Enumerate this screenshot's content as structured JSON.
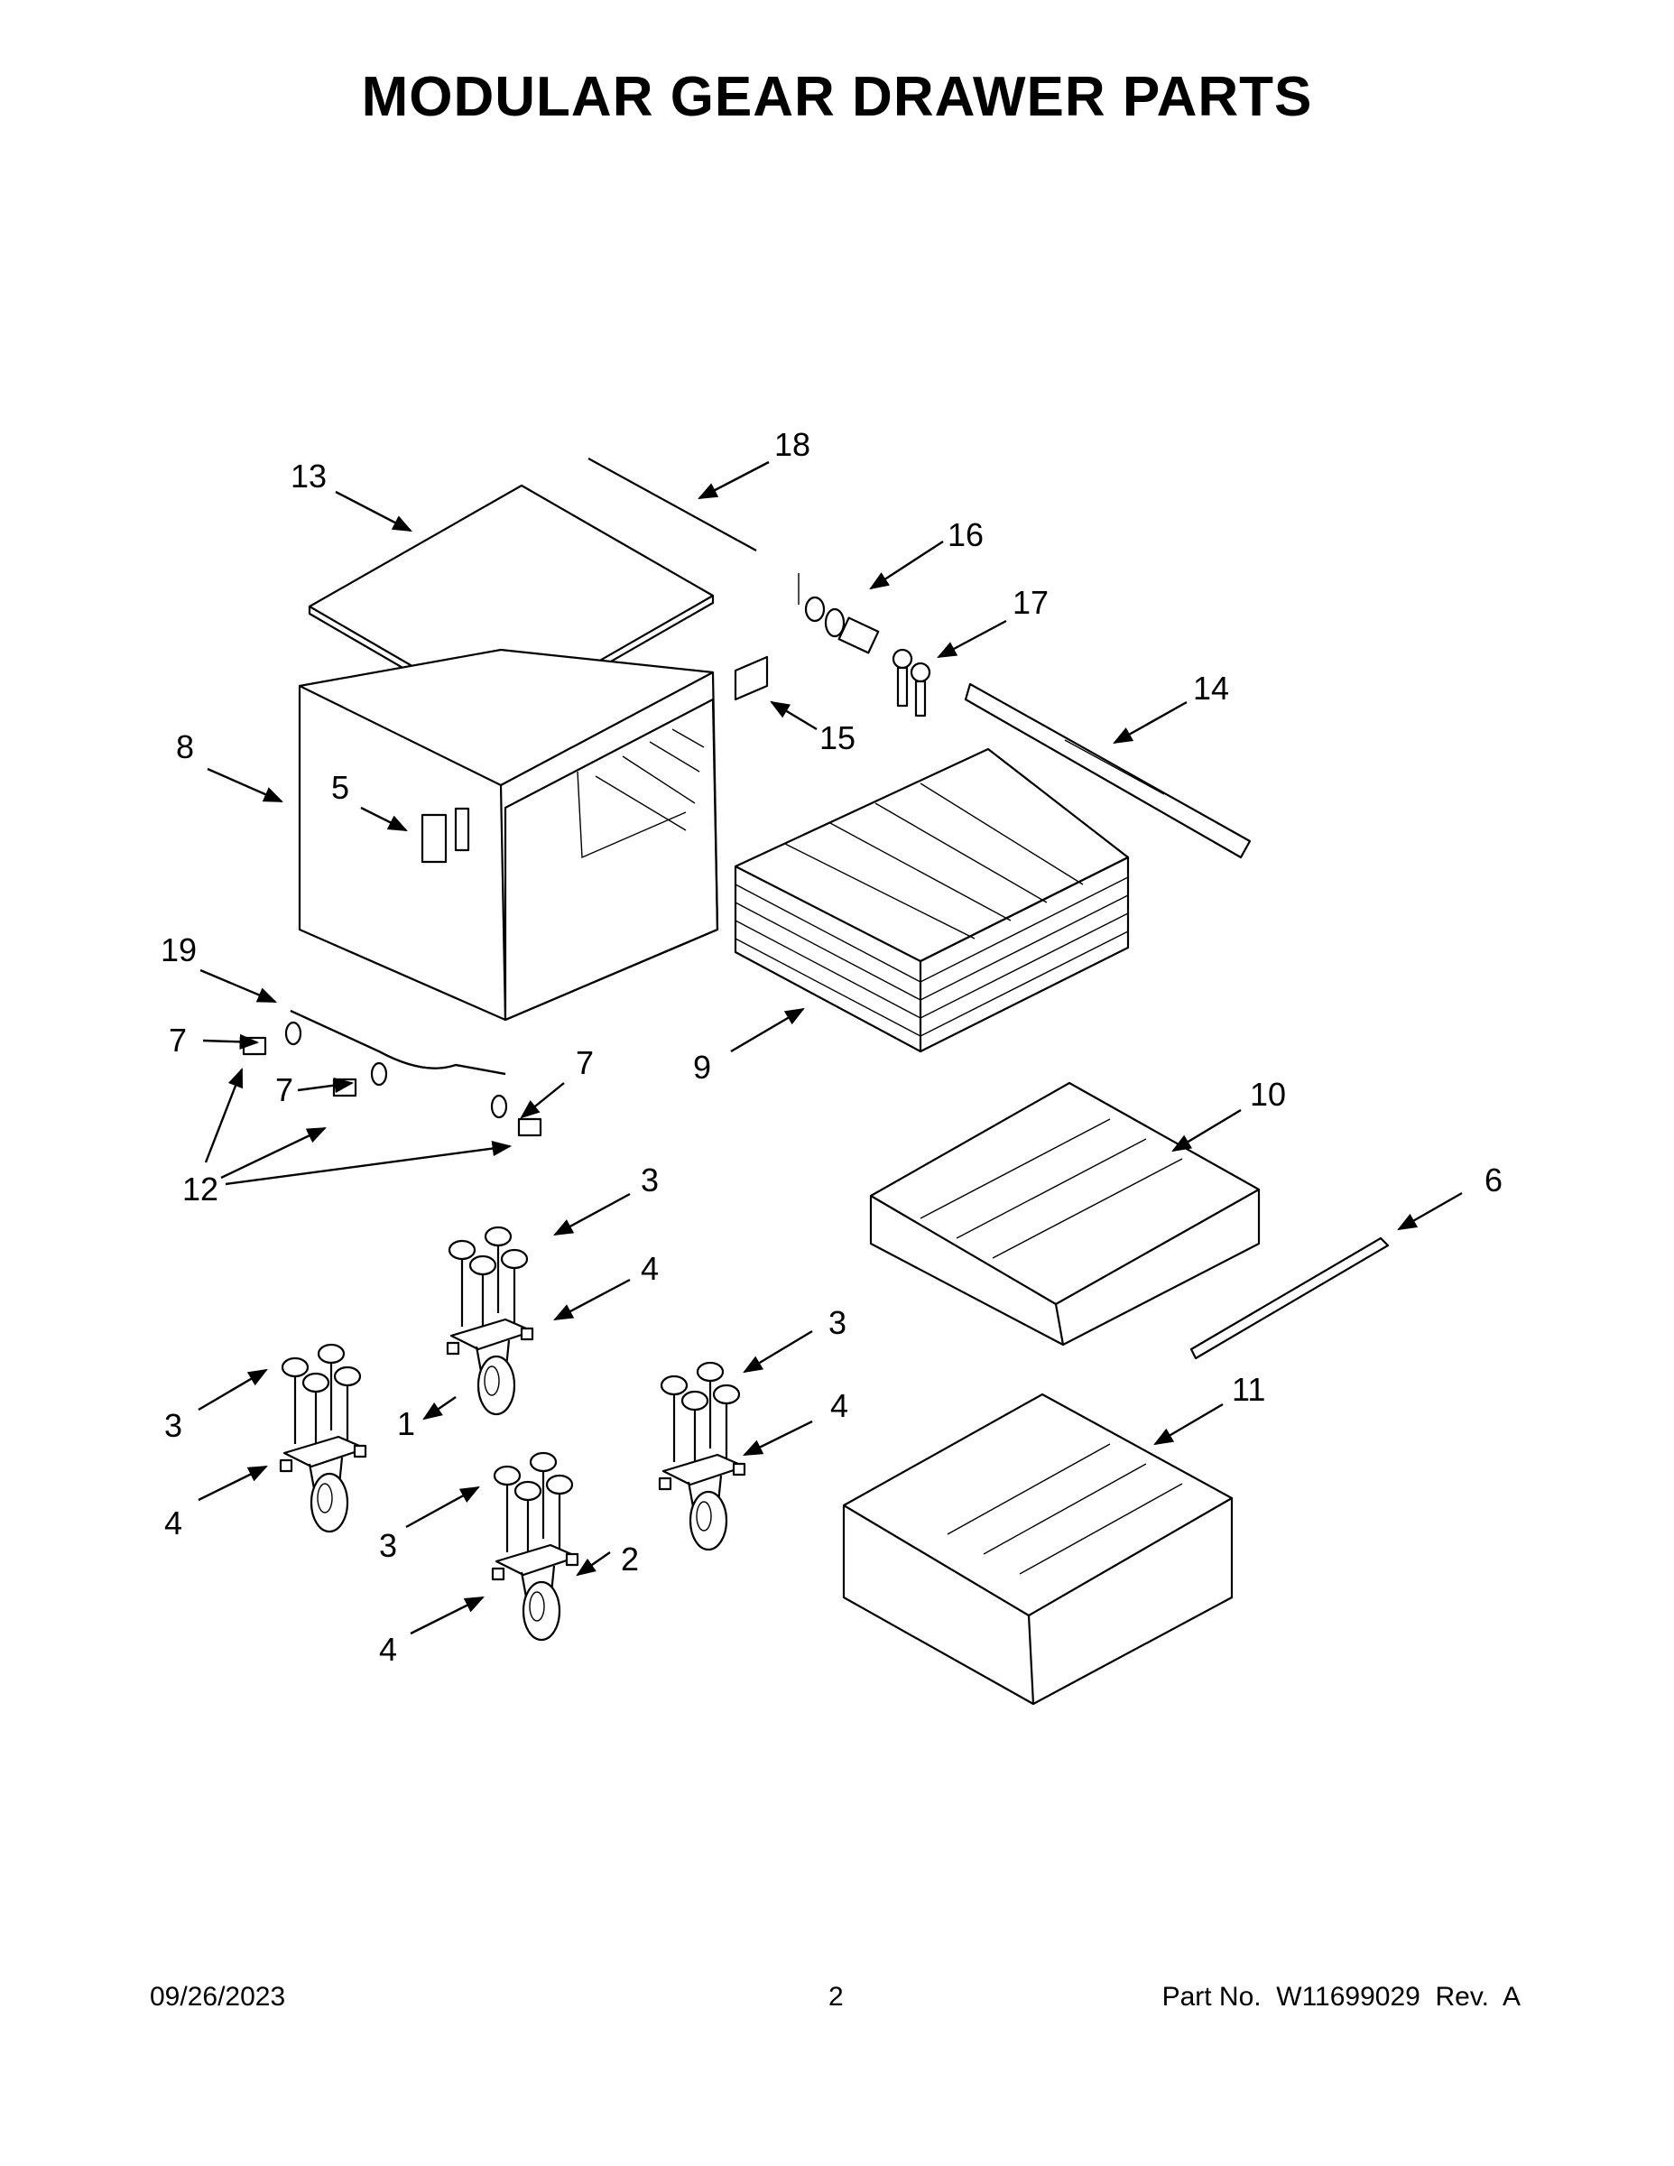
{
  "title": "MODULAR GEAR DRAWER PARTS",
  "footer": {
    "date": "09/26/2023",
    "page": "2",
    "part_number": "Part No.  W11699029  Rev.  A"
  },
  "callouts": {
    "c1": "1",
    "c2": "2",
    "c3a": "3",
    "c3b": "3",
    "c3c": "3",
    "c3d": "3",
    "c4a": "4",
    "c4b": "4",
    "c4c": "4",
    "c4d": "4",
    "c5": "5",
    "c6": "6",
    "c7a": "7",
    "c7b": "7",
    "c7c": "7",
    "c8": "8",
    "c9": "9",
    "c10": "10",
    "c11": "11",
    "c12": "12",
    "c13": "13",
    "c14": "14",
    "c15": "15",
    "c16": "16",
    "c17": "17",
    "c18": "18",
    "c19": "19"
  }
}
